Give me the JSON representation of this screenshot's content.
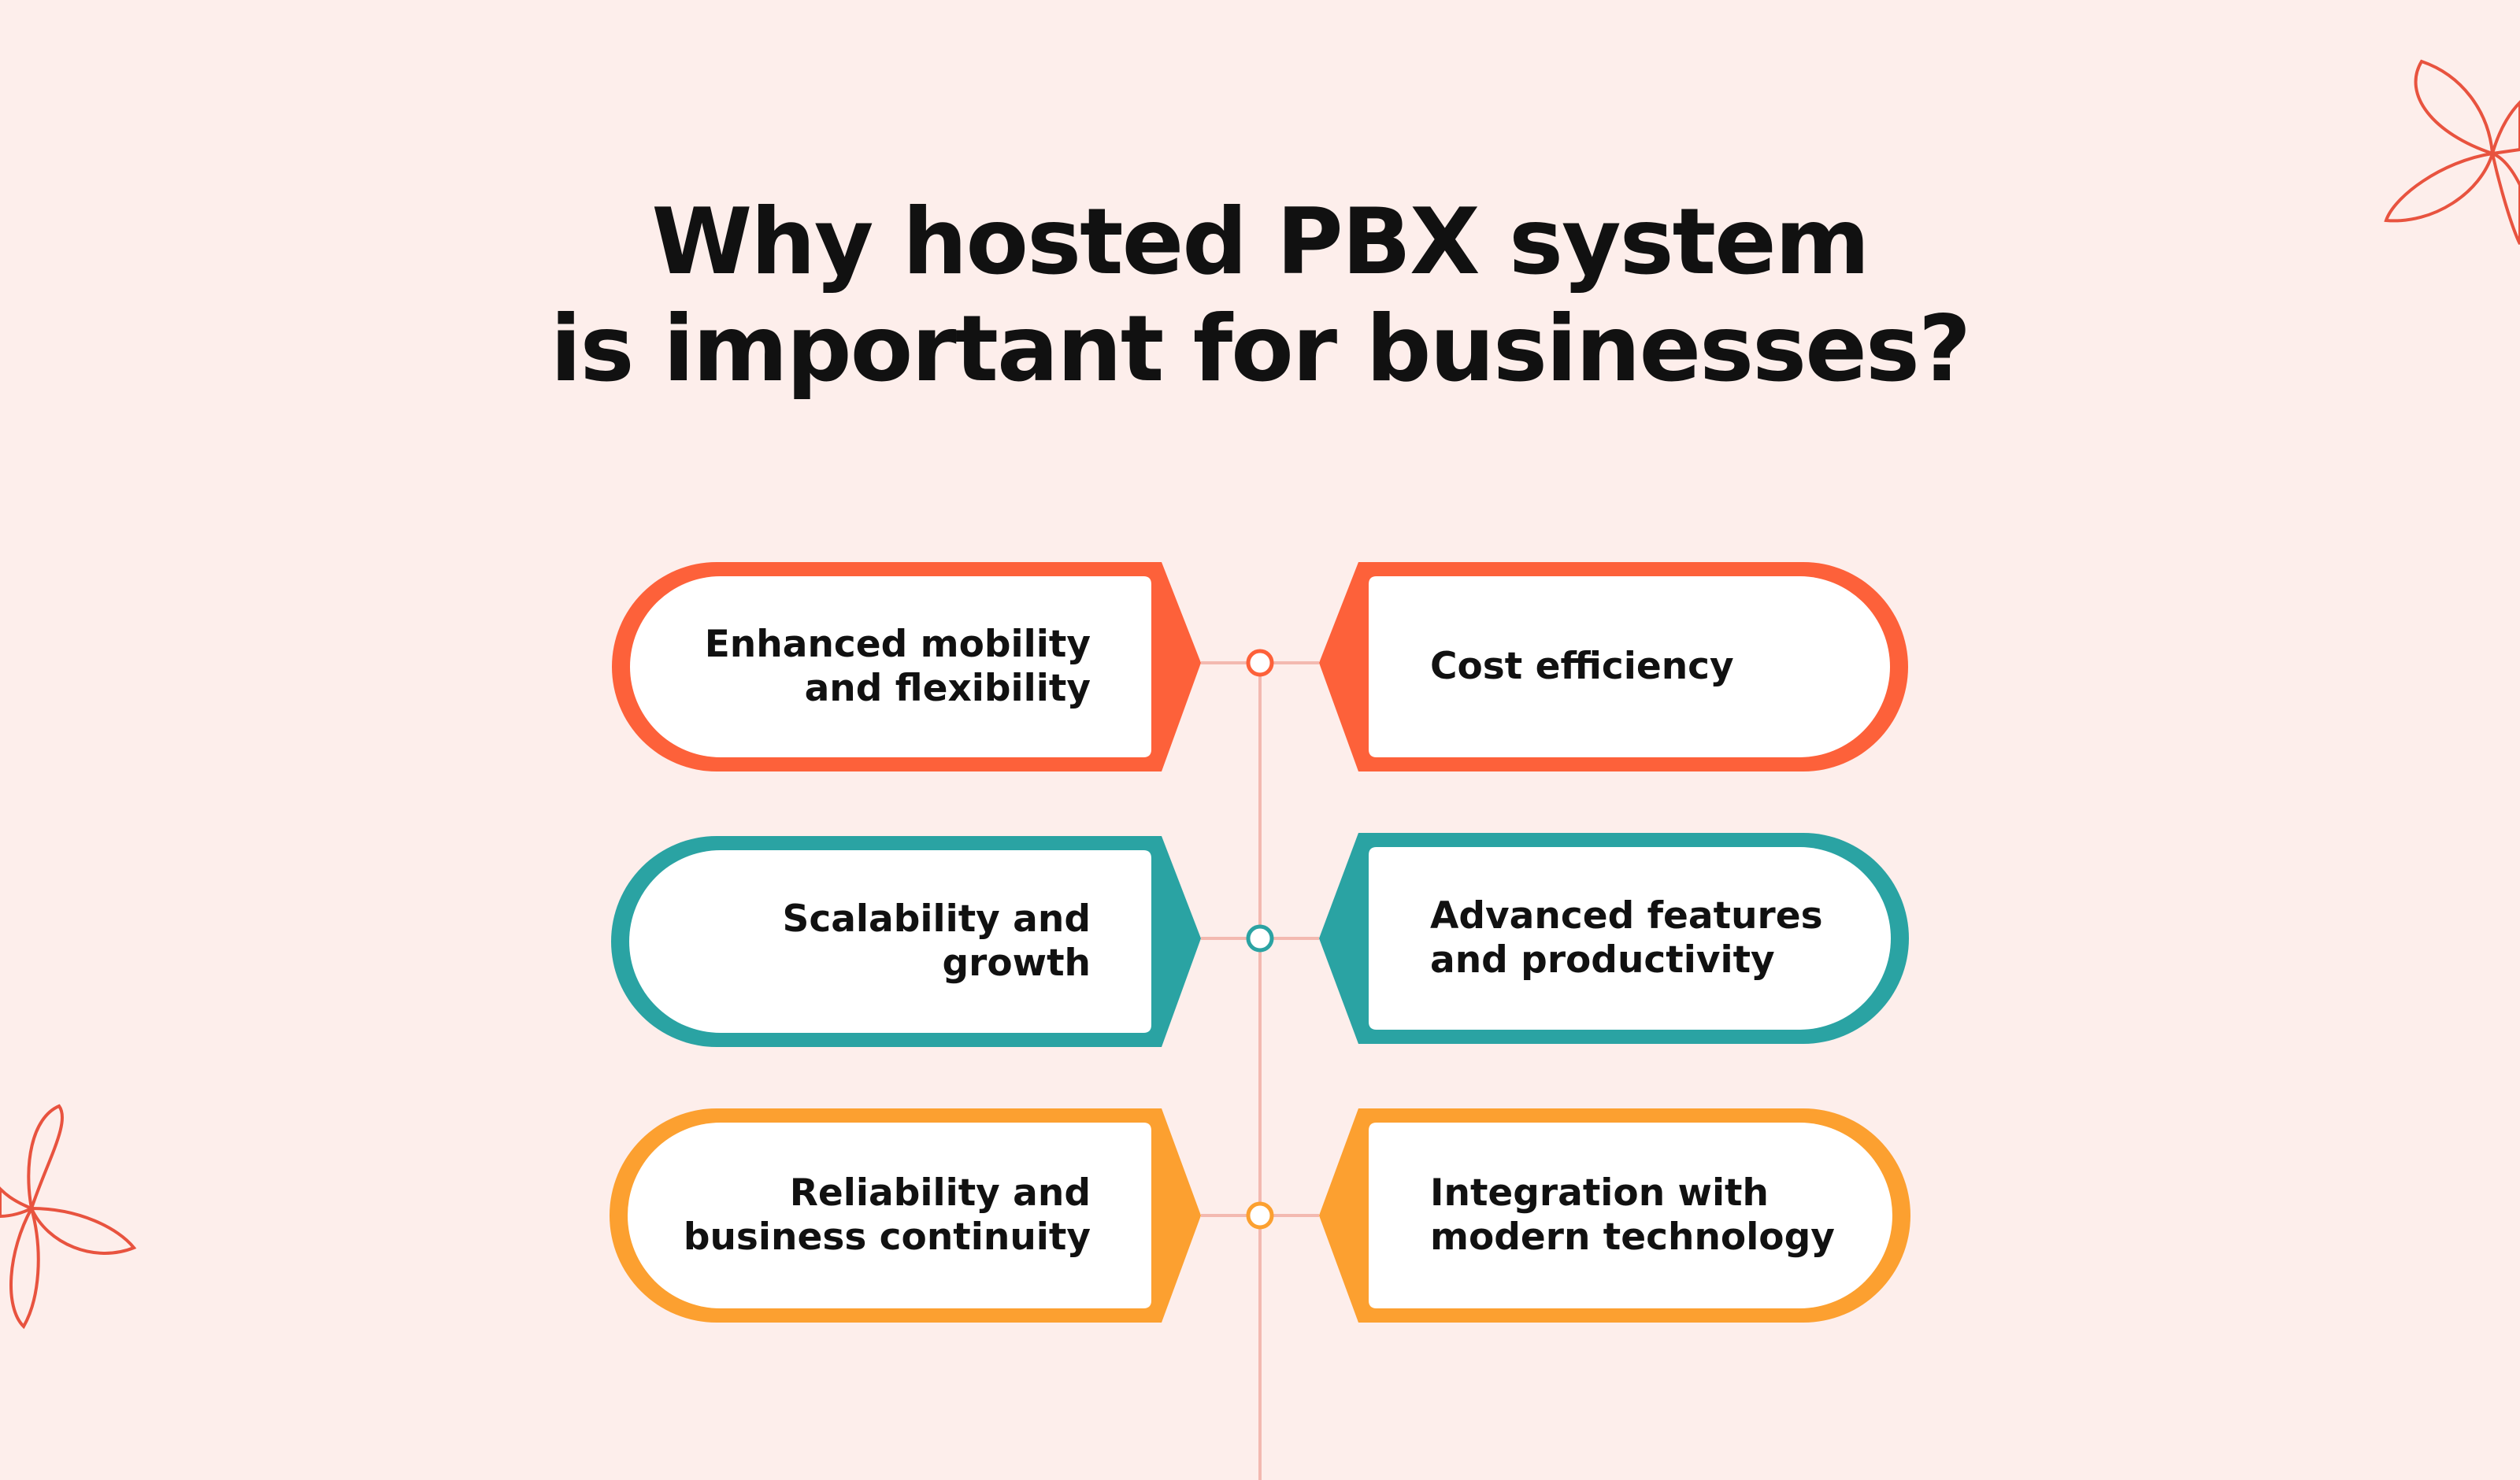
{
  "title": {
    "line1": "Why hosted PBX system",
    "line2": "is important for businesses?"
  },
  "colors": {
    "background": "#fdeeeb",
    "orange_red": "#fd613a",
    "teal": "#2aa3a3",
    "orange": "#fca030",
    "connector_line": "#f3b9b0",
    "decor_flower": "#e8533f"
  },
  "rows": [
    {
      "color": "#fd613a",
      "left": {
        "line1": "Enhanced mobility",
        "line2": "and flexibility"
      },
      "right": {
        "line1": "Cost efficiency",
        "line2": ""
      }
    },
    {
      "color": "#2aa3a3",
      "left": {
        "line1": "Scalability and",
        "line2": "growth"
      },
      "right": {
        "line1": "Advanced features",
        "line2": "and productivity"
      }
    },
    {
      "color": "#fca030",
      "left": {
        "line1": "Reliability and",
        "line2": "business continuity"
      },
      "right": {
        "line1": "Integration with",
        "line2": "modern technology"
      }
    }
  ]
}
